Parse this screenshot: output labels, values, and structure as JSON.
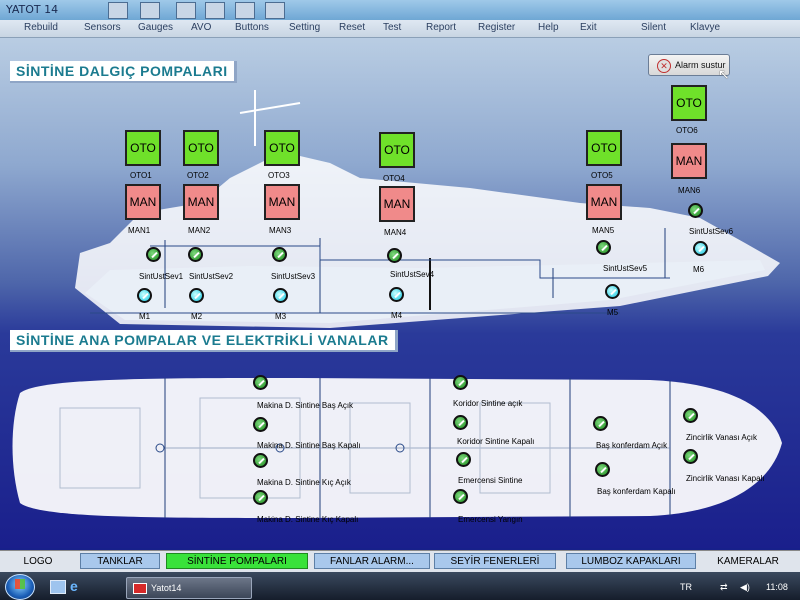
{
  "window": {
    "title": "YATOT  14"
  },
  "menu": [
    "Rebuild",
    "Sensors",
    "Gauges",
    "AVO",
    "Buttons",
    "Setting",
    "Reset",
    "Test",
    "Report",
    "Register",
    "Help",
    "Exit",
    "Silent",
    "Klavye"
  ],
  "sections": {
    "top": "SİNTİNE DALGIÇ POMPALARI",
    "bottom": "SİNTİNE ANA POMPALAR  VE ELEKTRİKLİ VANALAR"
  },
  "alarm_button": "Alarm sustur",
  "controls": {
    "oto_label": "OTO",
    "man_label": "MAN",
    "oto": [
      "OTO1",
      "OTO2",
      "OTO3",
      "OTO4",
      "OTO5",
      "OTO6"
    ],
    "man": [
      "MAN1",
      "MAN2",
      "MAN3",
      "MAN4",
      "MAN5",
      "MAN6"
    ]
  },
  "level_sensors": [
    "SintUstSev1",
    "SintUstSev2",
    "SintUstSev3",
    "SintUstSev4",
    "SintUstSev5",
    "SintUstSev6"
  ],
  "motors": [
    "M1",
    "M2",
    "M3",
    "M4",
    "M5",
    "M6"
  ],
  "valves": [
    "Makina D. Sintine Baş Açık",
    "Makina D. Sintine Baş Kapalı",
    "Makina D. Sintine Kıç Açık",
    "Makina D. Sintine Kıç Kapalı",
    "Koridor Sintine açık",
    "Koridor Sintine Kapalı",
    "Emercensi Sintine",
    "Emercensi Yangın",
    "Baş konferdam Açık",
    "Baş konferdam Kapalı",
    "Zincirlik Vanası Açık",
    "Zincirlik Vanası Kapalı"
  ],
  "tabs": [
    "LOGO",
    "TANKLAR",
    "SİNTİNE POMPALARI",
    "FANLAR ALARM...",
    "SEYİR FENERLERİ",
    "LUMBOZ KAPAKLARI",
    "KAMERALAR"
  ],
  "taskbar": {
    "app": "Yatot14",
    "lang": "TR",
    "clock": "11:08"
  },
  "colors": {
    "oto": "#6fe12a",
    "man": "#f08a8a",
    "active_tab": "#39e23a",
    "tab": "#a9c8ec",
    "background": "#1a1f8c"
  }
}
